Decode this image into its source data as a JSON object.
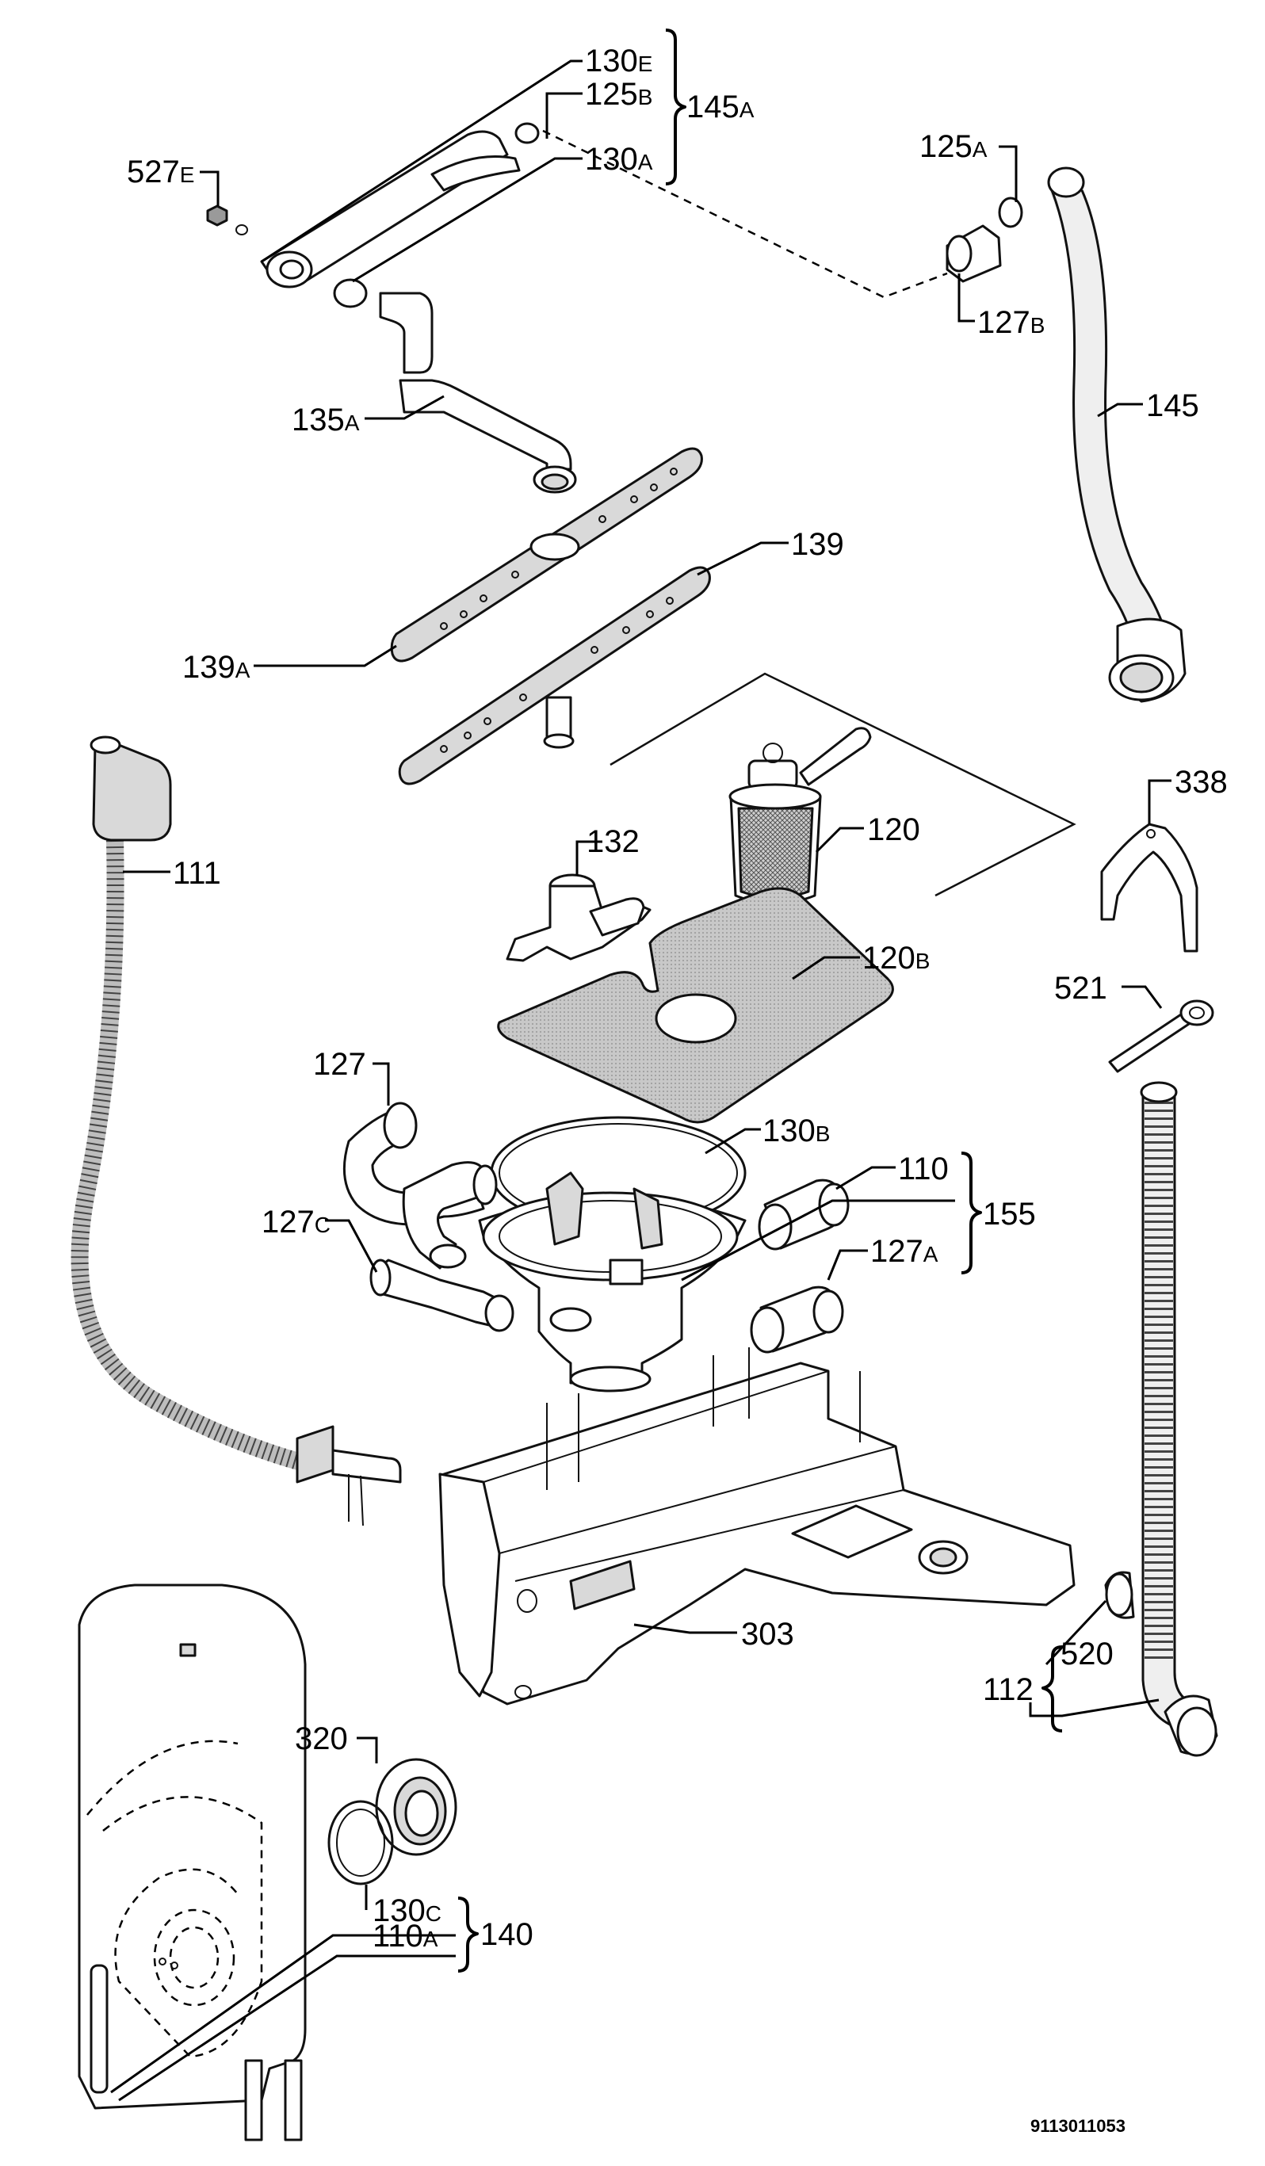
{
  "diagram": {
    "labels": {
      "l130E": {
        "num": "130",
        "suf": "E"
      },
      "l125B": {
        "num": "125",
        "suf": "B"
      },
      "l145A": {
        "num": "145",
        "suf": "A"
      },
      "l130A": {
        "num": "130",
        "suf": "A"
      },
      "l527E": {
        "num": "527",
        "suf": "E"
      },
      "l125A": {
        "num": "125",
        "suf": "A"
      },
      "l127B": {
        "num": "127",
        "suf": "B"
      },
      "l145": {
        "num": "145",
        "suf": ""
      },
      "l135A": {
        "num": "135",
        "suf": "A"
      },
      "l139": {
        "num": "139",
        "suf": ""
      },
      "l139A": {
        "num": "139",
        "suf": "A"
      },
      "l338": {
        "num": "338",
        "suf": ""
      },
      "l120": {
        "num": "120",
        "suf": ""
      },
      "l111": {
        "num": "111",
        "suf": ""
      },
      "l132": {
        "num": "132",
        "suf": ""
      },
      "l120B": {
        "num": "120",
        "suf": "B"
      },
      "l521": {
        "num": "521",
        "suf": ""
      },
      "l127": {
        "num": "127",
        "suf": ""
      },
      "l130B": {
        "num": "130",
        "suf": "B"
      },
      "l110": {
        "num": "110",
        "suf": ""
      },
      "l155": {
        "num": "155",
        "suf": ""
      },
      "l127C": {
        "num": "127",
        "suf": "C"
      },
      "l127A": {
        "num": "127",
        "suf": "A"
      },
      "l303": {
        "num": "303",
        "suf": ""
      },
      "l112": {
        "num": "112",
        "suf": ""
      },
      "l520": {
        "num": "520",
        "suf": ""
      },
      "l320": {
        "num": "320",
        "suf": ""
      },
      "l130C": {
        "num": "130",
        "suf": "C"
      },
      "l110A": {
        "num": "110",
        "suf": "A"
      },
      "l140": {
        "num": "140",
        "suf": ""
      }
    },
    "document_code": "9113011053"
  }
}
